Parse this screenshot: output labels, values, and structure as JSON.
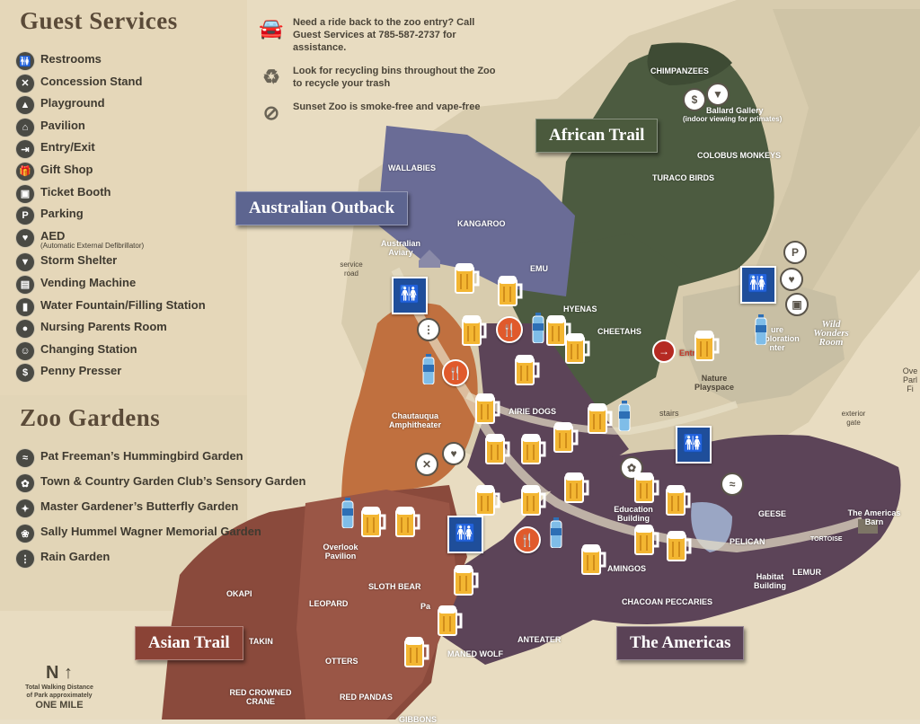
{
  "guest_services": {
    "title": "Guest Services",
    "items": [
      {
        "label": "Restrooms",
        "icon": "restroom-icon"
      },
      {
        "label": "Concession Stand",
        "icon": "concession-icon"
      },
      {
        "label": "Playground",
        "icon": "playground-icon"
      },
      {
        "label": "Pavilion",
        "icon": "pavilion-icon"
      },
      {
        "label": "Entry/Exit",
        "icon": "entry-exit-icon"
      },
      {
        "label": "Gift Shop",
        "icon": "gift-icon"
      },
      {
        "label": "Ticket Booth",
        "icon": "ticket-icon"
      },
      {
        "label": "Parking",
        "icon": "parking-icon"
      },
      {
        "label": "AED",
        "sub": "(Automatic External Defibrillator)",
        "icon": "aed-icon"
      },
      {
        "label": "Storm Shelter",
        "icon": "storm-shelter-icon"
      },
      {
        "label": "Vending Machine",
        "icon": "vending-icon"
      },
      {
        "label": "Water Fountain/Filling Station",
        "icon": "water-fountain-icon"
      },
      {
        "label": "Nursing Parents Room",
        "icon": "nursing-icon"
      },
      {
        "label": "Changing Station",
        "icon": "changing-icon"
      },
      {
        "label": "Penny Presser",
        "icon": "penny-icon"
      }
    ]
  },
  "zoo_gardens": {
    "title": "Zoo Gardens",
    "items": [
      {
        "label": "Pat Freeman’s Hummingbird Garden",
        "icon": "hummingbird-icon"
      },
      {
        "label": "Town & Country Garden Club’s Sensory Garden",
        "icon": "sensory-icon"
      },
      {
        "label": "Master Gardener’s Butterfly Garden",
        "icon": "butterfly-icon"
      },
      {
        "label": "Sally Hummel Wagner Memorial Garden",
        "icon": "memorial-icon"
      },
      {
        "label": "Rain Garden",
        "icon": "rain-icon"
      }
    ]
  },
  "notes": [
    {
      "text": "Need a ride back to the zoo entry? Call Guest Services at 785-587-2737 for assistance.",
      "icon": "golf-cart-icon"
    },
    {
      "text": "Look for recycling bins throughout the Zoo to recycle your trash",
      "icon": "recycle-icon"
    },
    {
      "text": "Sunset Zoo is smoke-free and vape-free",
      "icon": "no-smoking-icon"
    }
  ],
  "regions": {
    "australian_outback": "Australian Outback",
    "african_trail": "African Trail",
    "asian_trail": "Asian Trail",
    "the_americas": "The Americas"
  },
  "region_colors": {
    "australian": "#6a6c96",
    "african": "#4c5b40",
    "asian": "#8a4a3c",
    "americas": "#5c4458",
    "amphitheater": "#c0703f",
    "path": "#d8cdb0"
  },
  "labels": {
    "chimpanzees": "CHIMPANZEES",
    "ballard": "Ballard Gallery",
    "ballard_sub": "(indoor viewing for primates)",
    "colobus": "COLOBUS MONKEYS",
    "turaco": "TURACO BIRDS",
    "wallabies": "WALLABIES",
    "kangaroo": "KANGAROO",
    "aviary": "Australian Aviary",
    "emu": "EMU",
    "hyenas": "HYENAS",
    "cheetahs": "CHEETAHS",
    "service_road": "service road",
    "amphitheater": "Chautauqua Amphitheater",
    "prairie_dogs": "AIRIE DOGS",
    "stairs": "stairs",
    "entry": "Entr",
    "nature_playspace": "Nature Playspace",
    "exploration": "ure Exploration nter",
    "wild_wonders": "Wild Wonders Room",
    "exterior_gate": "exterior gate",
    "education_building": "Education Building",
    "geese": "GEESE",
    "pelican": "PELICAN",
    "americas_barn": "The Americas Barn",
    "tortoise": "TORTOISE",
    "lemur": "LEMUR",
    "habitat_building": "Habitat Building",
    "flamingos": "AMINGOS",
    "chacoan": "CHACOAN PECCARIES",
    "anteater": "ANTEATER",
    "maned_wolf": "MANED WOLF",
    "overlook": "Overlook Pavilion",
    "sloth_bear": "SLOTH BEAR",
    "leopard": "LEOPARD",
    "okapi": "OKAPI",
    "takin": "TAKIN",
    "otters": "OTTERS",
    "red_pandas": "RED PANDAS",
    "red_crane": "RED CROWNED CRANE",
    "gibbons": "GIBBONS",
    "pa": "Pa",
    "ove_park": "Ove Parl Fi"
  },
  "north": {
    "letter": "N",
    "distance_note": "Total Walking Distance of Park approximately",
    "distance": "ONE MILE"
  }
}
